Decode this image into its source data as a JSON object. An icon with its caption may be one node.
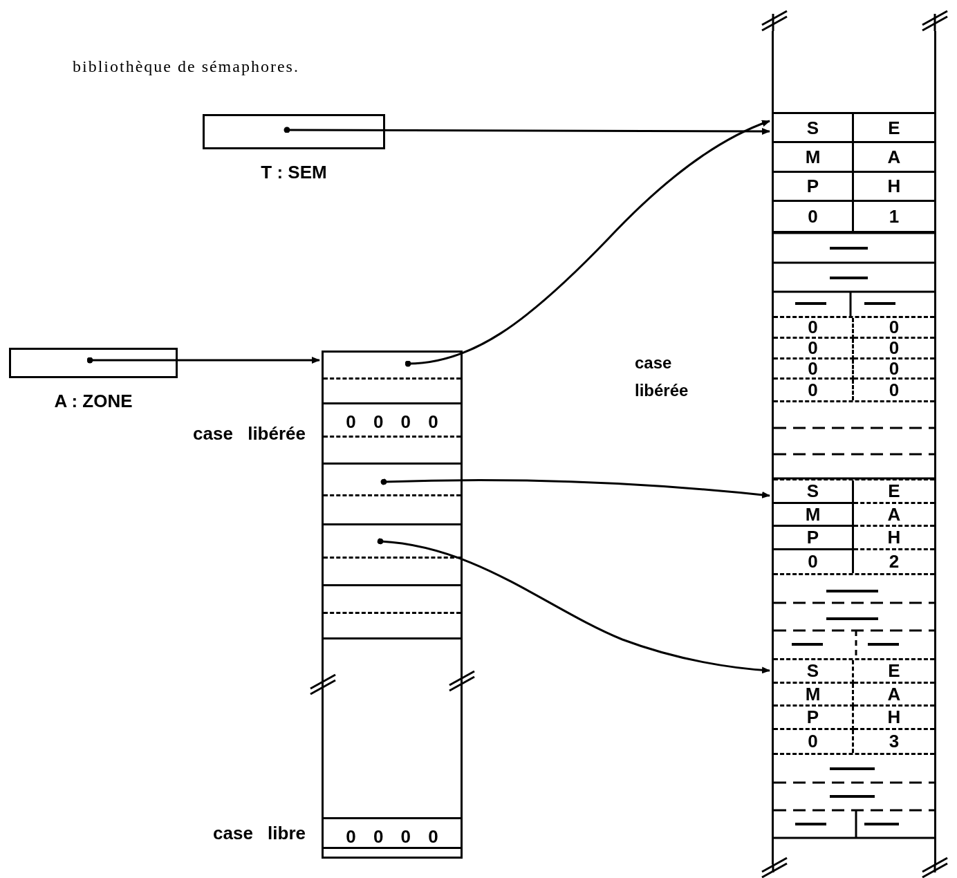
{
  "diagram": {
    "nodes": [
      {
        "text": [
          "T : SEM"
        ]
      },
      {
        "text": [
          "A : ZONE"
        ]
      },
      {
        "text": [],
        "shape": "box"
      },
      {
        "text": [],
        "shape": "box",
        "in": 2
      },
      {
        "text": [
          "0 0 0 0"
        ],
        "beside": [
          "case libérée"
        ],
        "in": 2
      },
      {
        "text": [],
        "shape": "box",
        "in": 2
      },
      {
        "text": [],
        "shape": "box",
        "in": 2
      },
      {
        "text": [],
        "shape": "box",
        "in": 2
      },
      {
        "text": [],
        "shape": "box",
        "in": 2
      },
      {
        "text": [
          "0 0 0 0"
        ],
        "beside": [
          "case libre"
        ],
        "in": 2
      },
      {
        "text": [],
        "shape": "box"
      },
      {
        "text": [
          "S",
          "E",
          "M",
          "A",
          "P",
          "H",
          "0",
          "1"
        ],
        "in": 10
      },
      {
        "text": [
          "0",
          "0",
          "0",
          "0",
          "0",
          "0",
          "0",
          "0"
        ],
        "in": 10
      },
      {
        "text": [
          "S",
          "E",
          "M",
          "A",
          "P",
          "H",
          "0",
          "2"
        ],
        "in": 10
      },
      {
        "text": [
          "S",
          "E",
          "M",
          "A",
          "P",
          "H",
          "0",
          "3"
        ],
        "in": 10
      }
    ],
    "edges": [
      {
        "from": 0,
        "to": 11,
        "arrow": "to"
      },
      {
        "from": 1,
        "to": 3,
        "arrow": "to"
      },
      {
        "from": 3,
        "to": 11,
        "arrow": "to"
      },
      {
        "from": 5,
        "to": 13,
        "arrow": "to"
      },
      {
        "from": 6,
        "to": 14,
        "arrow": "to"
      }
    ],
    "labels": [
      "bibliothèque de sémaphores.",
      "case libérée"
    ]
  }
}
